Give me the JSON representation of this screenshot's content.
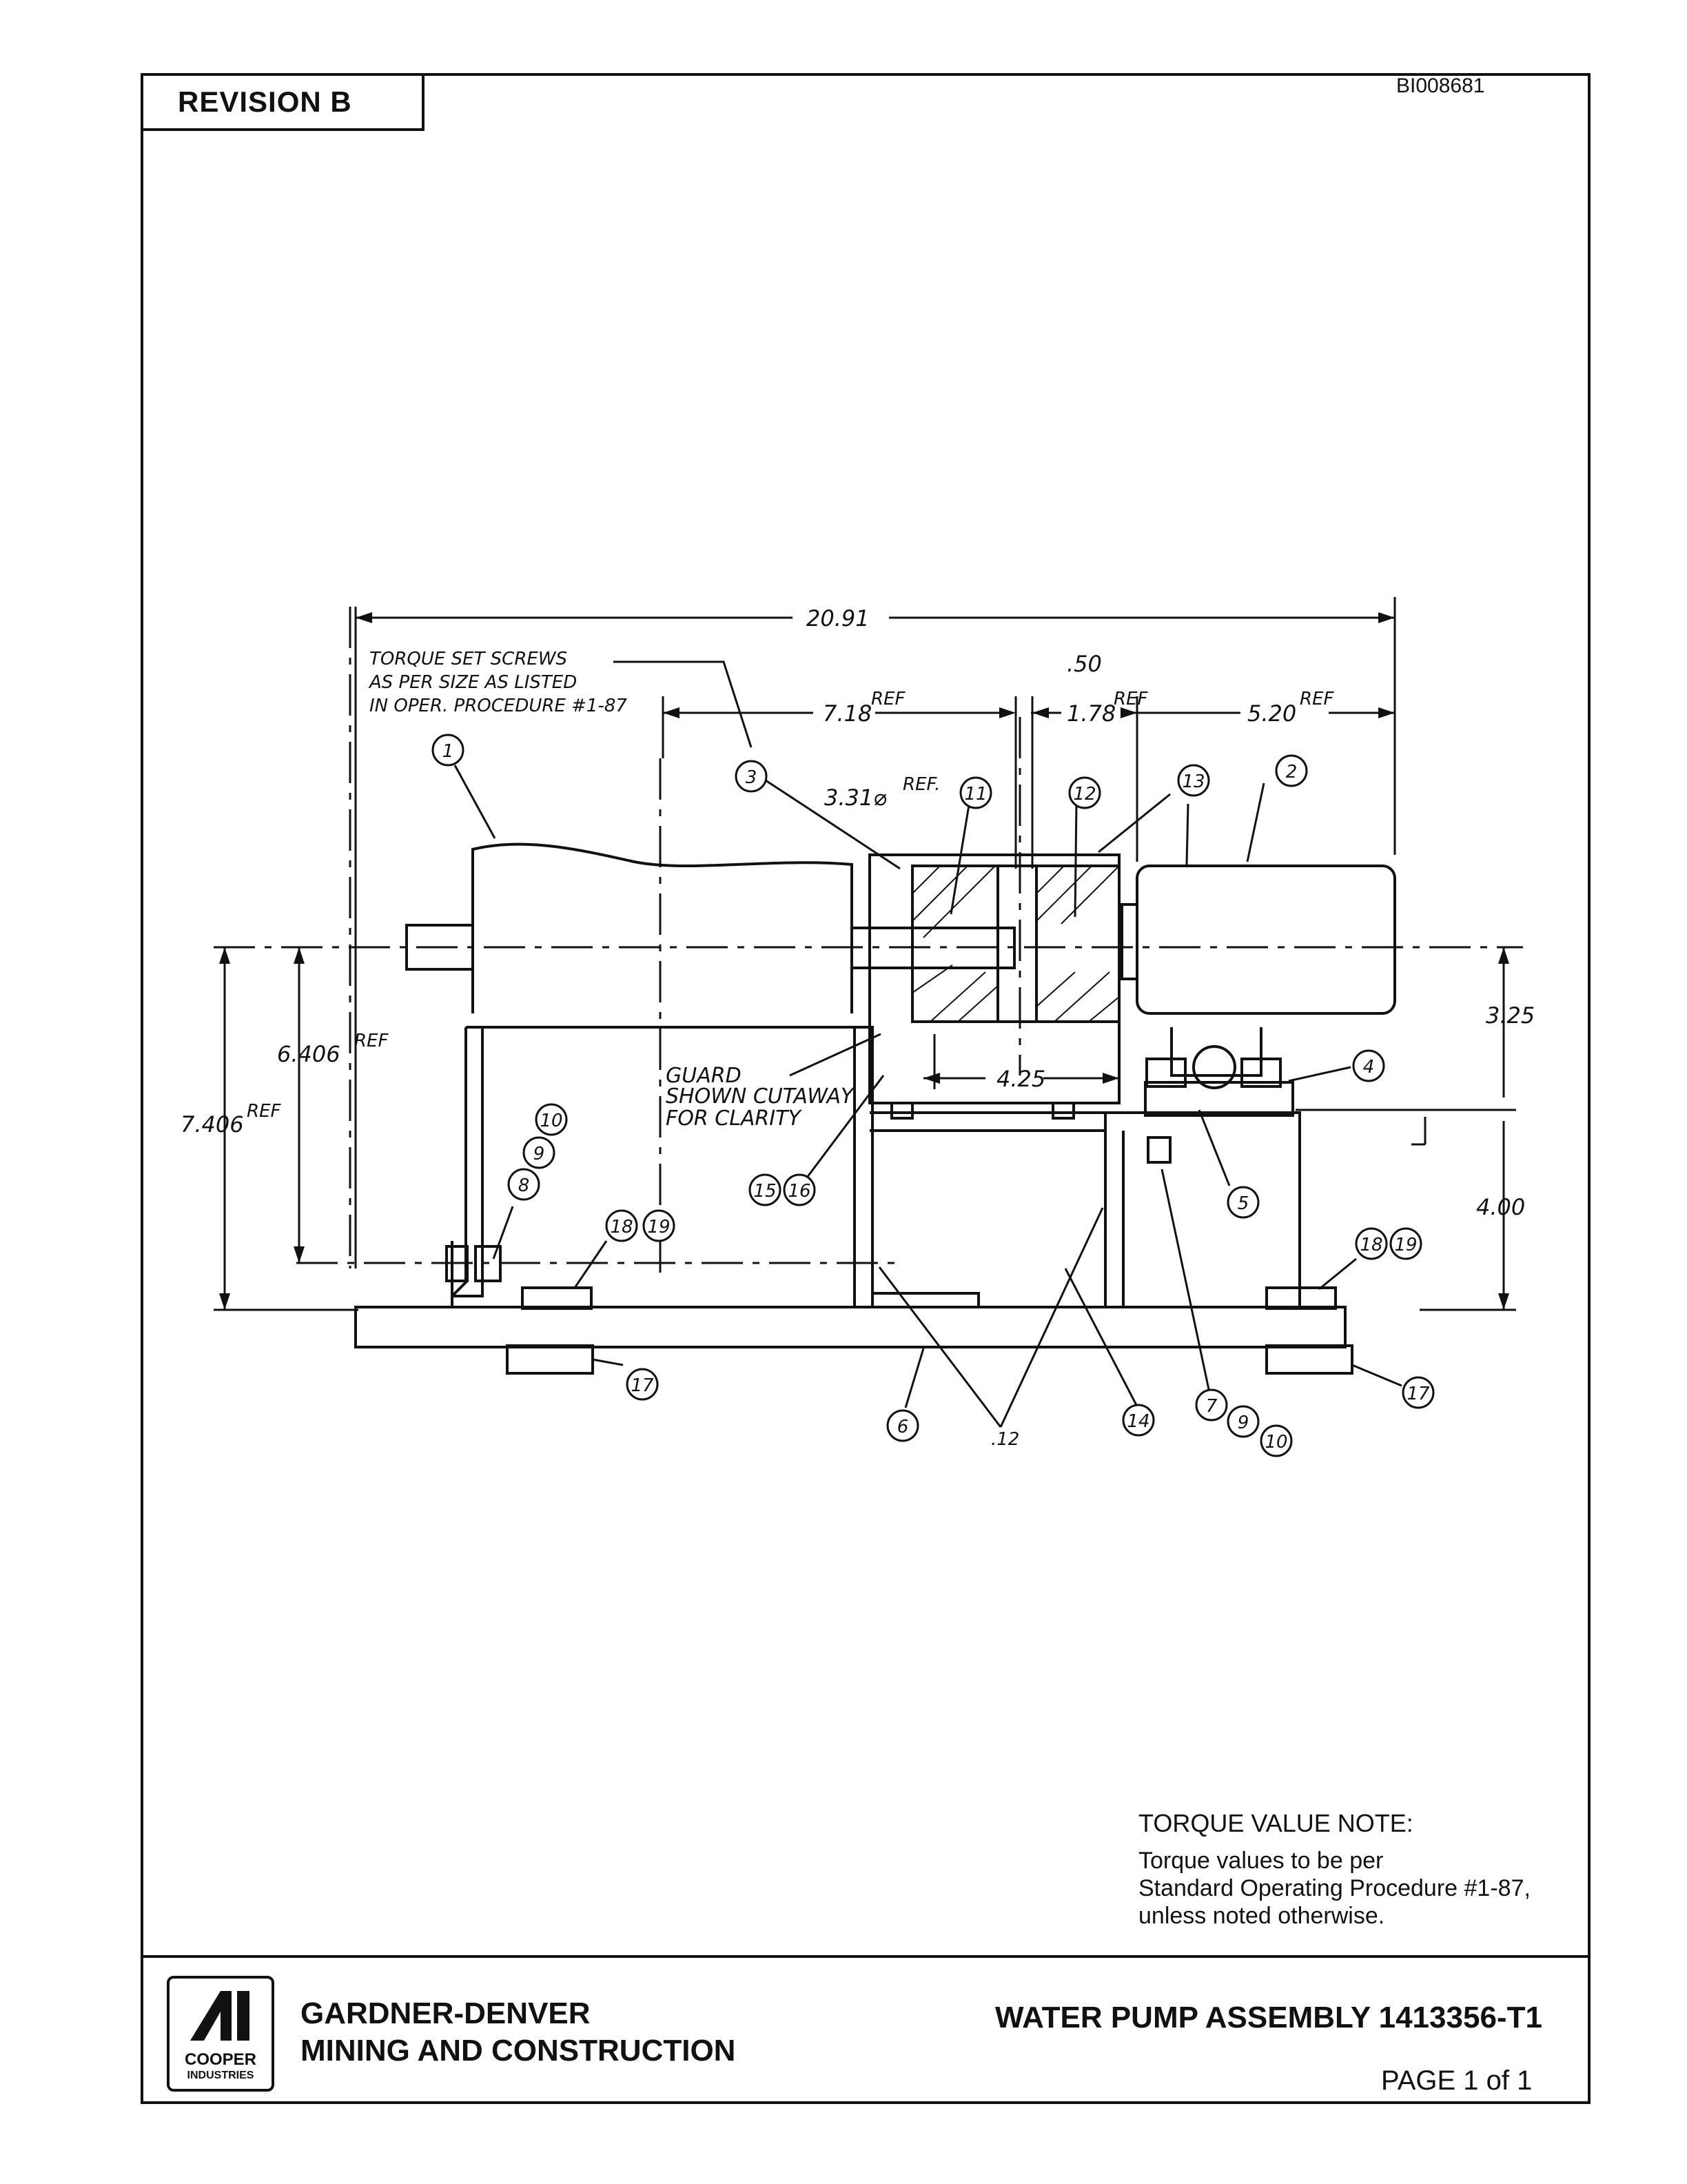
{
  "header": {
    "revision": "REVISION B",
    "document_id": "BI008681"
  },
  "drawing": {
    "dimensions": {
      "overall_length": "20.91",
      "shaft_gap": ".50",
      "d_718": "7.18",
      "d_178": "1.78",
      "d_520": "5.20",
      "coupling_dia": "3.31⌀",
      "d_325": "3.25",
      "d_6406": "6.406",
      "d_7406": "7.406",
      "d_425": "4.25",
      "d_400": "4.00",
      "ref": "REF",
      "ref_dot": "REF."
    },
    "notes": {
      "torque_line1": "TORQUE SET SCREWS",
      "torque_line2": "AS PER SIZE AS LISTED",
      "torque_line3": "IN OPER. PROCEDURE #1-87",
      "guard_line1": "GUARD",
      "guard_line2": "SHOWN CUTAWAY",
      "guard_line3": "FOR CLARITY",
      "weld_note": ".12"
    },
    "balloons": [
      "1",
      "2",
      "3",
      "11",
      "12",
      "13",
      "4",
      "5",
      "10",
      "9",
      "8",
      "15",
      "16",
      "18",
      "19",
      "18",
      "19",
      "17",
      "17",
      "6",
      "14",
      "7",
      "9",
      "10"
    ]
  },
  "torque_note": {
    "heading": "TORQUE VALUE NOTE:",
    "line1": "Torque values to be per",
    "line2": "Standard Operating Procedure #1-87,",
    "line3": "unless noted otherwise."
  },
  "title_block": {
    "logo_line1": "COOPER",
    "logo_line2": "INDUSTRIES",
    "company_line1": "GARDNER-DENVER",
    "company_line2": "MINING AND CONSTRUCTION",
    "assembly_title": "WATER PUMP ASSEMBLY  1413356-T1",
    "page": "PAGE  1 of  1"
  }
}
